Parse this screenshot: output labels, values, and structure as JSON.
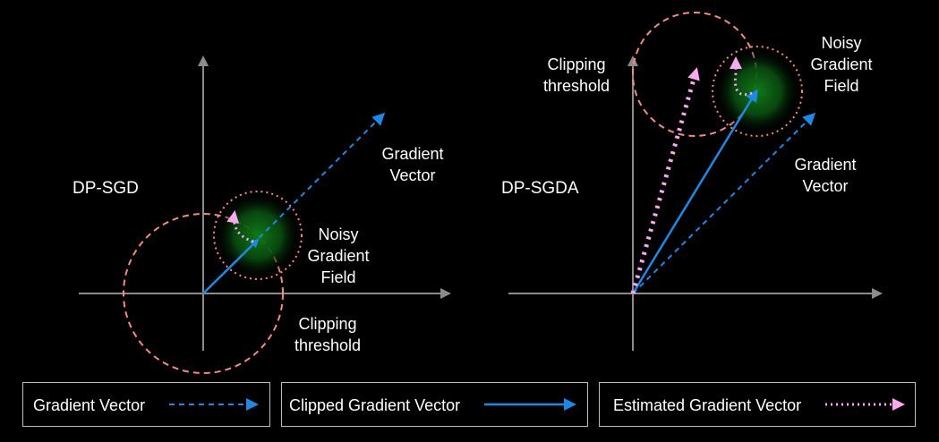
{
  "left_panel": {
    "title": "DP-SGD",
    "gradient_label_1": "Gradient",
    "gradient_label_2": "Vector",
    "noisy_label_1": "Noisy",
    "noisy_label_2": "Gradient",
    "noisy_label_3": "Field",
    "clip_label_1": "Clipping",
    "clip_label_2": "threshold"
  },
  "right_panel": {
    "title": "DP-SGDA",
    "gradient_label_1": "Gradient",
    "gradient_label_2": "Vector",
    "noisy_label_1": "Noisy",
    "noisy_label_2": "Gradient",
    "noisy_label_3": "Field",
    "clip_label_1": "Clipping",
    "clip_label_2": "threshold"
  },
  "legend": {
    "gradient": "Gradient Vector",
    "clipped": "Clipped Gradient Vector",
    "estimated": "Estimated Gradient Vector"
  },
  "colors": {
    "axis": "#8c8c8c",
    "gradient": "#1e88e5",
    "clip_circle": "#f28b82",
    "noisy_dots": "#ff8a80",
    "estimated": "#f8a9f0",
    "noise_glow": "#0b5e12"
  }
}
